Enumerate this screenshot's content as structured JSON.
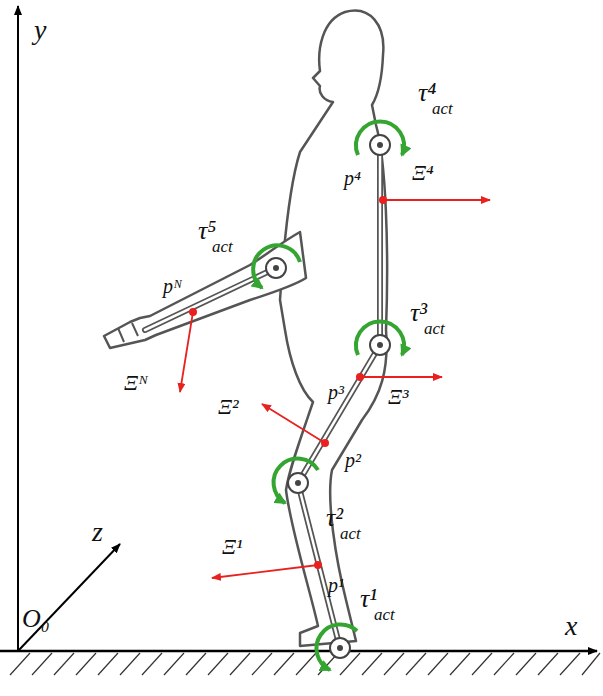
{
  "diagram": {
    "labels": [
      "y",
      "x",
      "z",
      "O₀",
      "τ⁴",
      "act",
      "p⁴",
      "Ξ⁴",
      "τ⁵",
      "act",
      "pᴺ",
      "Ξᴺ",
      "τ³",
      "act",
      "p³",
      "Ξ³",
      "Ξ²",
      "p²",
      "τ²",
      "act",
      "Ξ¹",
      "p¹",
      "τ¹",
      "act"
    ]
  }
}
